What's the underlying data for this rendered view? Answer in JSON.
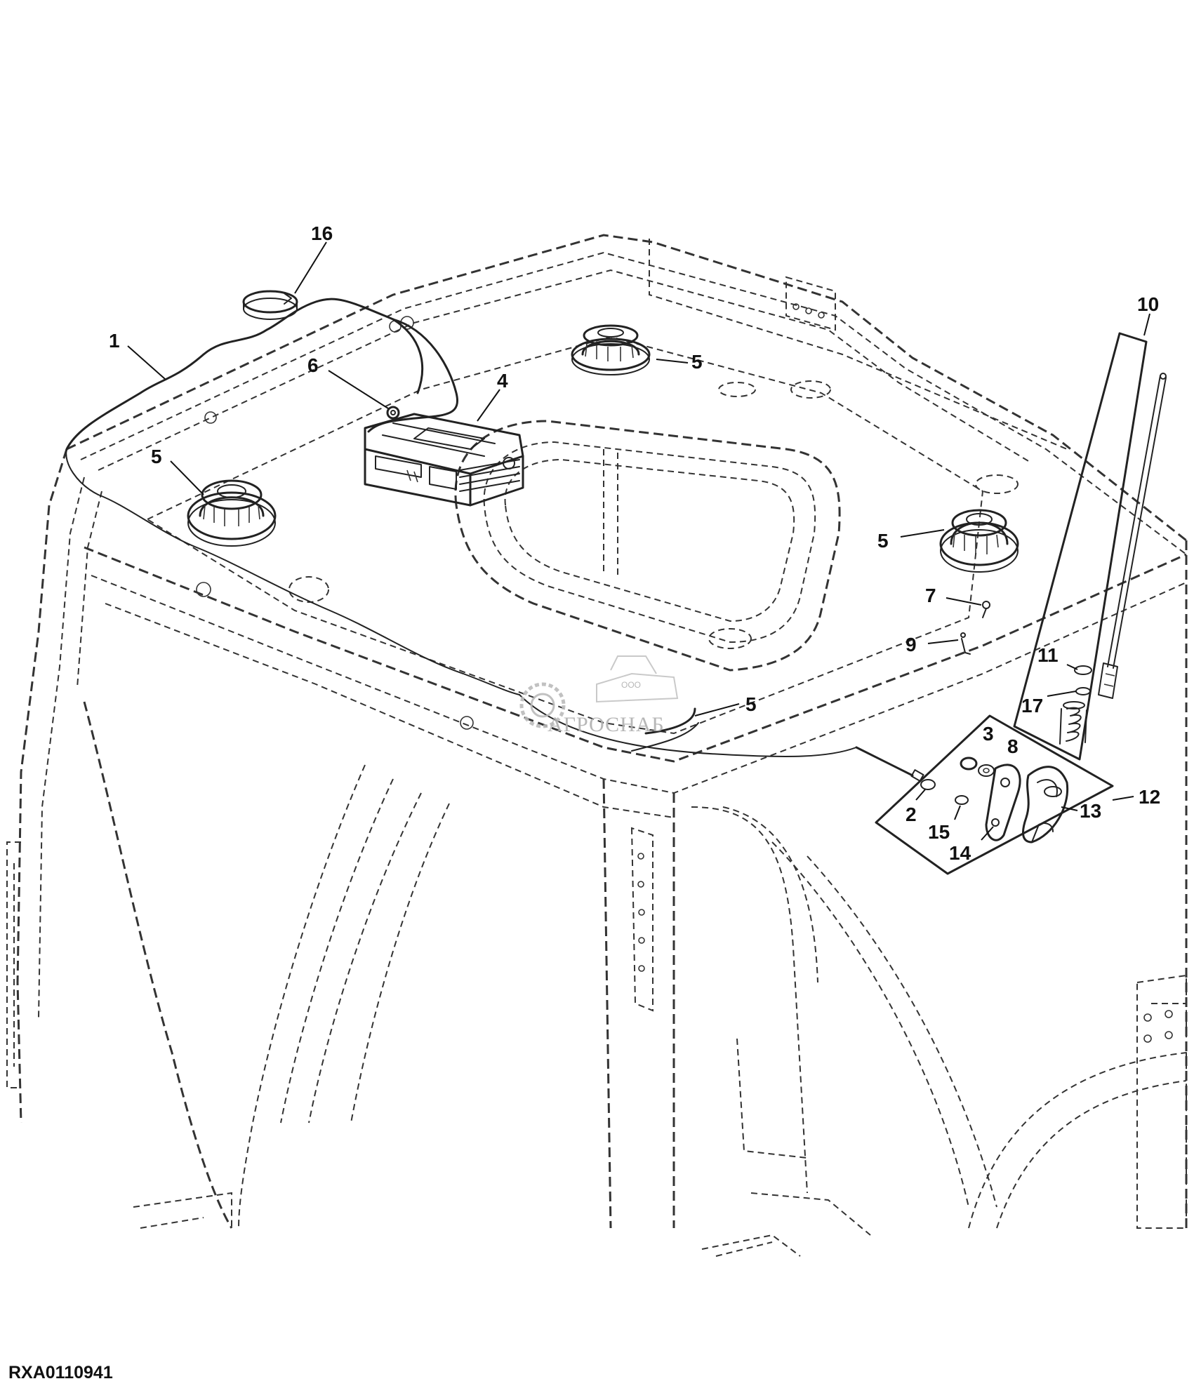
{
  "figure_id": "RXA0110941",
  "watermark": {
    "brand": "АГРОСНАБ",
    "prefix": "ООО"
  },
  "callouts": {
    "c1": "1",
    "c2": "2",
    "c3": "3",
    "c4": "4",
    "c5a": "5",
    "c5b": "5",
    "c5c": "5",
    "c5d": "5",
    "c6": "6",
    "c7": "7",
    "c8": "8",
    "c9": "9",
    "c10": "10",
    "c11": "11",
    "c12": "12",
    "c13": "13",
    "c14": "14",
    "c15": "15",
    "c16": "16",
    "c17": "17"
  }
}
